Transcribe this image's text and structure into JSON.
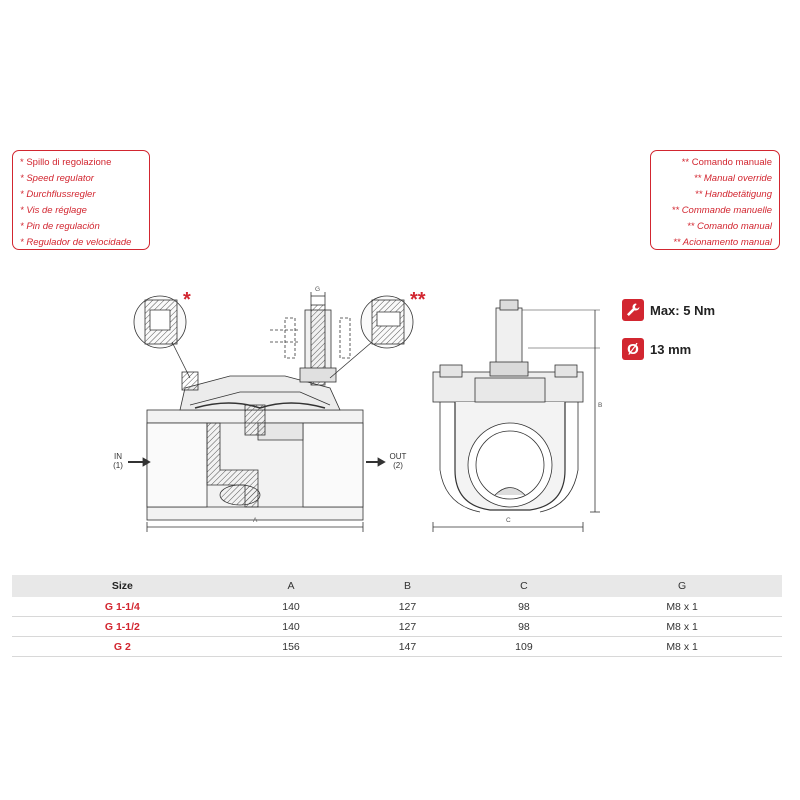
{
  "notes": {
    "speed_regulator": [
      "* Spillo di regolazione",
      "* Speed regulator",
      "* Durchflussregler",
      "* Vis de réglage",
      "* Pin de regulación",
      "* Regulador de velocidade"
    ],
    "manual_override": [
      "** Comando manuale",
      "** Manual override",
      "** Handbetätigung",
      "** Commande manuelle",
      "** Comando manual",
      "** Acionamento manual"
    ]
  },
  "markers": {
    "single": "*",
    "double": "**"
  },
  "flow": {
    "in_label": "IN",
    "in_num": "(1)",
    "out_label": "OUT",
    "out_num": "(2)"
  },
  "dims": {
    "a": "A",
    "b": "B",
    "c": "C",
    "g": "G"
  },
  "specs": [
    {
      "icon": "wrench-icon",
      "value": "Max: 5 Nm"
    },
    {
      "icon": "diameter-icon",
      "symbol": "Ø",
      "value": "13 mm"
    }
  ],
  "table": {
    "headers": [
      "Size",
      "A",
      "B",
      "C",
      "G"
    ],
    "rows": [
      [
        "G 1-1/4",
        "140",
        "127",
        "98",
        "M8 x 1"
      ],
      [
        "G 1-1/2",
        "140",
        "127",
        "98",
        "M8 x 1"
      ],
      [
        "G 2",
        "156",
        "147",
        "109",
        "M8 x 1"
      ]
    ]
  },
  "colors": {
    "accent": "#d22630"
  }
}
